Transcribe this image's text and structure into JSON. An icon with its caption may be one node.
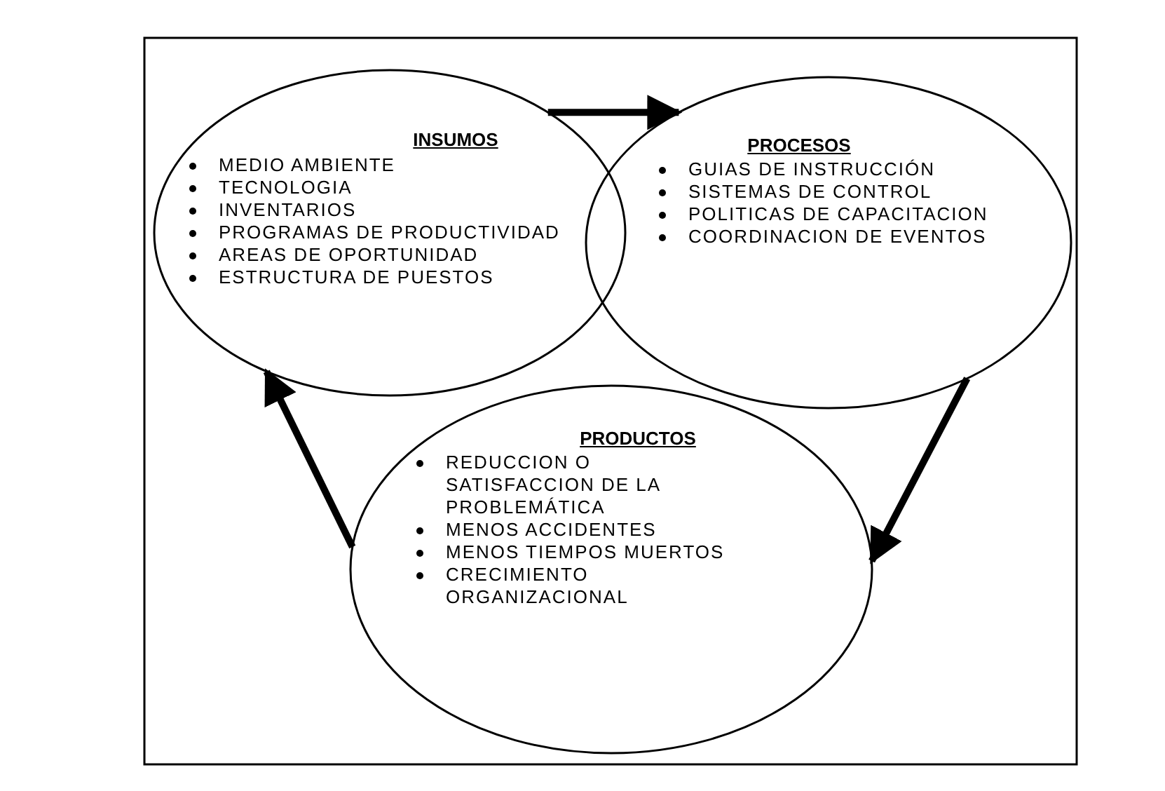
{
  "diagram": {
    "nodes": [
      {
        "text": [
          "INSUMOS",
          "MEDIO AMBIENTE",
          "TECNOLOGIA",
          "INVENTARIOS",
          "PROGRAMAS DE PRODUCTIVIDAD",
          "AREAS DE OPORTUNIDAD",
          "ESTRUCTURA DE PUESTOS"
        ]
      },
      {
        "text": [
          "PROCESOS",
          "GUIAS DE INSTRUCCIÓN",
          "SISTEMAS DE CONTROL",
          "POLITICAS DE CAPACITACION",
          "COORDINACION DE EVENTOS"
        ]
      },
      {
        "text": [
          "PRODUCTOS",
          "REDUCCION O SATISFACCION DE LA PROBLEMÁTICA",
          "MENOS ACCIDENTES",
          "MENOS TIEMPOS MUERTOS",
          "CRECIMIENTO ORGANIZACIONAL"
        ]
      }
    ],
    "edges": [
      {
        "from": 0,
        "to": 1,
        "arrow": "to"
      },
      {
        "from": 1,
        "to": 2,
        "arrow": "to"
      },
      {
        "from": 2,
        "to": 0,
        "arrow": "to"
      }
    ]
  }
}
